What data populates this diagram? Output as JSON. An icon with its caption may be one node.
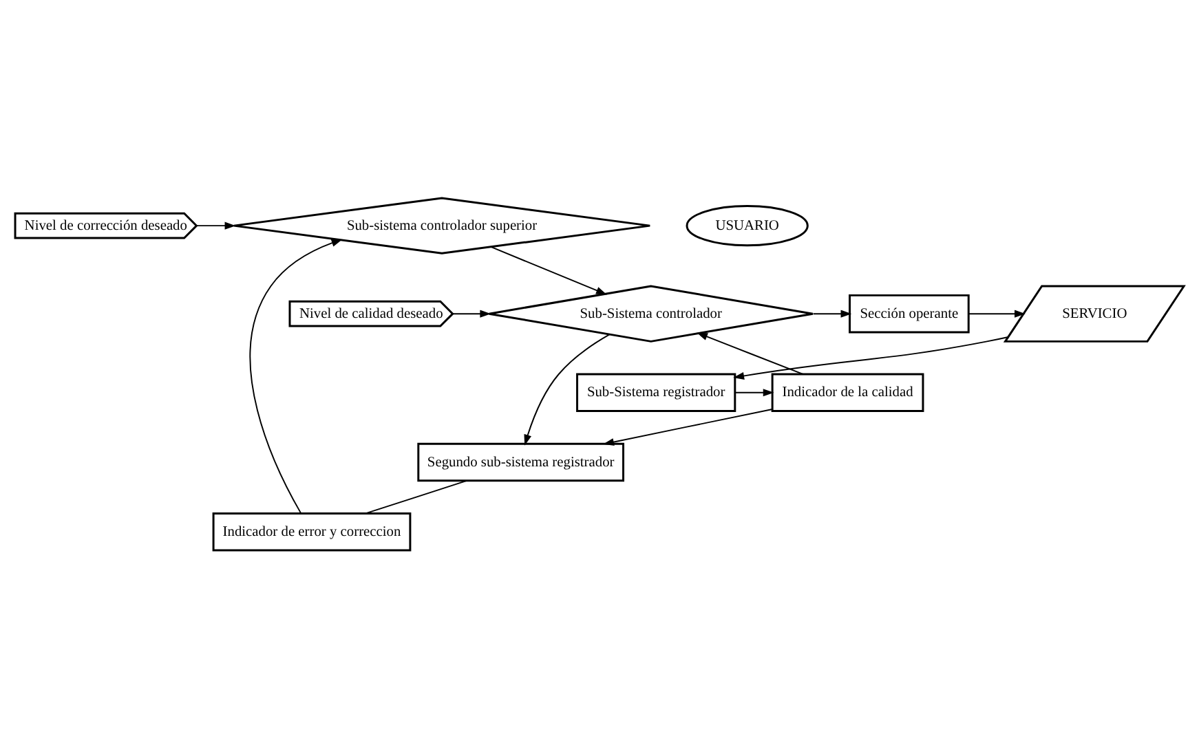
{
  "diagram": {
    "nodes": [
      {
        "text": [
          "Nivel de corrección deseado"
        ]
      },
      {
        "text": [
          "Sub-sistema controlador superior"
        ]
      },
      {
        "text": [
          "Indicador de error y correccion"
        ]
      },
      {
        "text": [
          "Segundo sub-sistema registrador"
        ]
      },
      {
        "text": [
          "USUARIO"
        ]
      },
      {
        "text": [
          "Nivel de calidad deseado"
        ]
      },
      {
        "text": [
          "Sub-Sistema controlador"
        ]
      },
      {
        "text": [
          "Sección operante"
        ]
      },
      {
        "text": [
          "SERVICIO"
        ]
      },
      {
        "text": [
          "Indicador de la calidad"
        ]
      },
      {
        "text": [
          "Sub-Sistema registrador"
        ]
      }
    ],
    "edges": [
      {
        "from": 0,
        "to": 1,
        "arrow": "to"
      },
      {
        "from": 2,
        "to": 1,
        "arrow": "to"
      },
      {
        "from": 3,
        "to": 2,
        "arrow": "none"
      },
      {
        "from": 1,
        "to": 6,
        "arrow": "to"
      },
      {
        "from": 5,
        "to": 6,
        "arrow": "to"
      },
      {
        "from": 6,
        "to": 7,
        "arrow": "to"
      },
      {
        "from": 6,
        "to": 3,
        "arrow": "to"
      },
      {
        "from": 9,
        "to": 3,
        "arrow": "to"
      },
      {
        "from": 9,
        "to": 6,
        "arrow": "to"
      },
      {
        "from": 7,
        "to": 8,
        "arrow": "to"
      },
      {
        "from": 8,
        "to": 10,
        "arrow": "to"
      },
      {
        "from": 10,
        "to": 9,
        "arrow": "to"
      }
    ]
  }
}
